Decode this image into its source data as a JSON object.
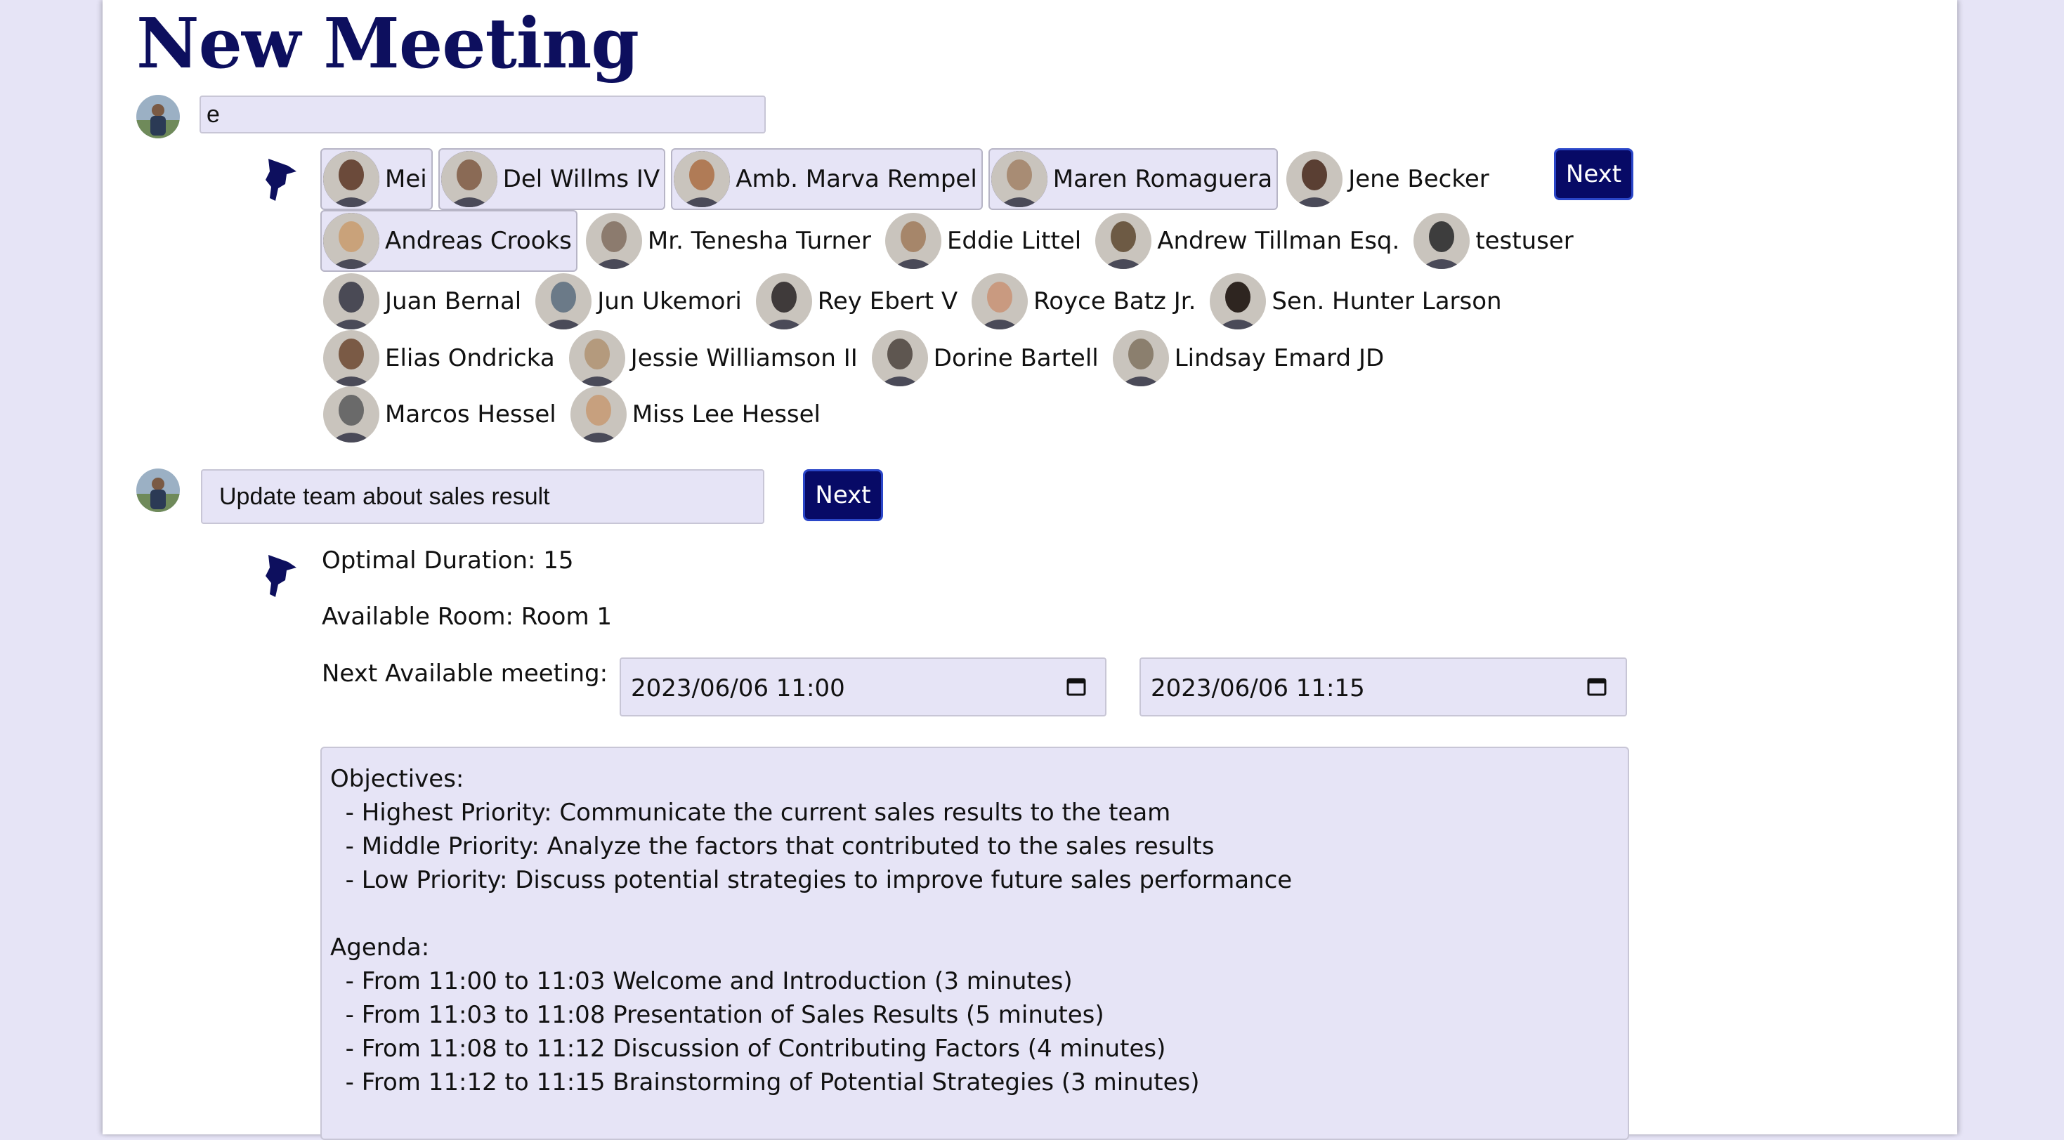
{
  "page": {
    "title": "New Meeting"
  },
  "search": {
    "value": "e"
  },
  "attendees": {
    "next_label": "Next",
    "rows": [
      [
        {
          "name": "Mei",
          "selected": true,
          "tone": "#6b4a3a"
        },
        {
          "name": "Del Willms IV",
          "selected": true,
          "tone": "#8a6a55"
        },
        {
          "name": "Amb. Marva Rempel",
          "selected": true,
          "tone": "#b07b56"
        },
        {
          "name": "Maren Romaguera",
          "selected": true,
          "tone": "#a88c74"
        },
        {
          "name": "Jene Becker",
          "selected": false,
          "tone": "#5a3f33"
        }
      ],
      [
        {
          "name": "Andreas Crooks",
          "selected": true,
          "tone": "#c9a27a"
        },
        {
          "name": "Mr. Tenesha Turner",
          "selected": false,
          "tone": "#8c7b6e"
        },
        {
          "name": "Eddie Littel",
          "selected": false,
          "tone": "#a6866a"
        },
        {
          "name": "Andrew Tillman Esq.",
          "selected": false,
          "tone": "#6d5a44"
        },
        {
          "name": "testuser",
          "selected": false,
          "tone": "#3d3d3d"
        }
      ],
      [
        {
          "name": "Juan Bernal",
          "selected": false,
          "tone": "#4a4a55"
        },
        {
          "name": "Jun Ukemori",
          "selected": false,
          "tone": "#6b7a88"
        },
        {
          "name": "Rey Ebert V",
          "selected": false,
          "tone": "#3f3a3a"
        },
        {
          "name": "Royce Batz Jr.",
          "selected": false,
          "tone": "#c99a80"
        },
        {
          "name": "Sen. Hunter Larson",
          "selected": false,
          "tone": "#2e2520"
        }
      ],
      [
        {
          "name": "Elias Ondricka",
          "selected": false,
          "tone": "#7a5a45"
        },
        {
          "name": "Jessie Williamson II",
          "selected": false,
          "tone": "#b49a7d"
        },
        {
          "name": "Dorine Bartell",
          "selected": false,
          "tone": "#5e5650"
        },
        {
          "name": "Lindsay Emard JD",
          "selected": false,
          "tone": "#8b7f6e"
        }
      ],
      [
        {
          "name": "Marcos Hessel",
          "selected": false,
          "tone": "#6a6a6a"
        },
        {
          "name": "Miss Lee Hessel",
          "selected": false,
          "tone": "#c7a07e"
        }
      ]
    ]
  },
  "topic": {
    "value": "Update team about sales result",
    "next_label": "Next"
  },
  "result": {
    "duration": "Optimal Duration: 15",
    "room": "Available Room: Room 1",
    "next_label": "Next Available meeting:",
    "start": "2023/06/06 11:00",
    "end": "2023/06/06 11:15",
    "details": "Objectives:\n  - Highest Priority: Communicate the current sales results to the team\n  - Middle Priority: Analyze the factors that contributed to the sales results\n  - Low Priority: Discuss potential strategies to improve future sales performance\n\nAgenda:\n  - From 11:00 to 11:03 Welcome and Introduction (3 minutes)\n  - From 11:03 to 11:08 Presentation of Sales Results (5 minutes)\n  - From 11:08 to 11:12 Discussion of Contributing Factors (4 minutes)\n  - From 11:12 to 11:15 Brainstorming of Potential Strategies (3 minutes)"
  },
  "colors": {
    "accent": "#0d0f5e",
    "field_bg": "#e6e4f6",
    "button_bg": "#070a66"
  },
  "icons": [
    "user-avatar-icon",
    "assistant-icon",
    "calendar-icon"
  ]
}
